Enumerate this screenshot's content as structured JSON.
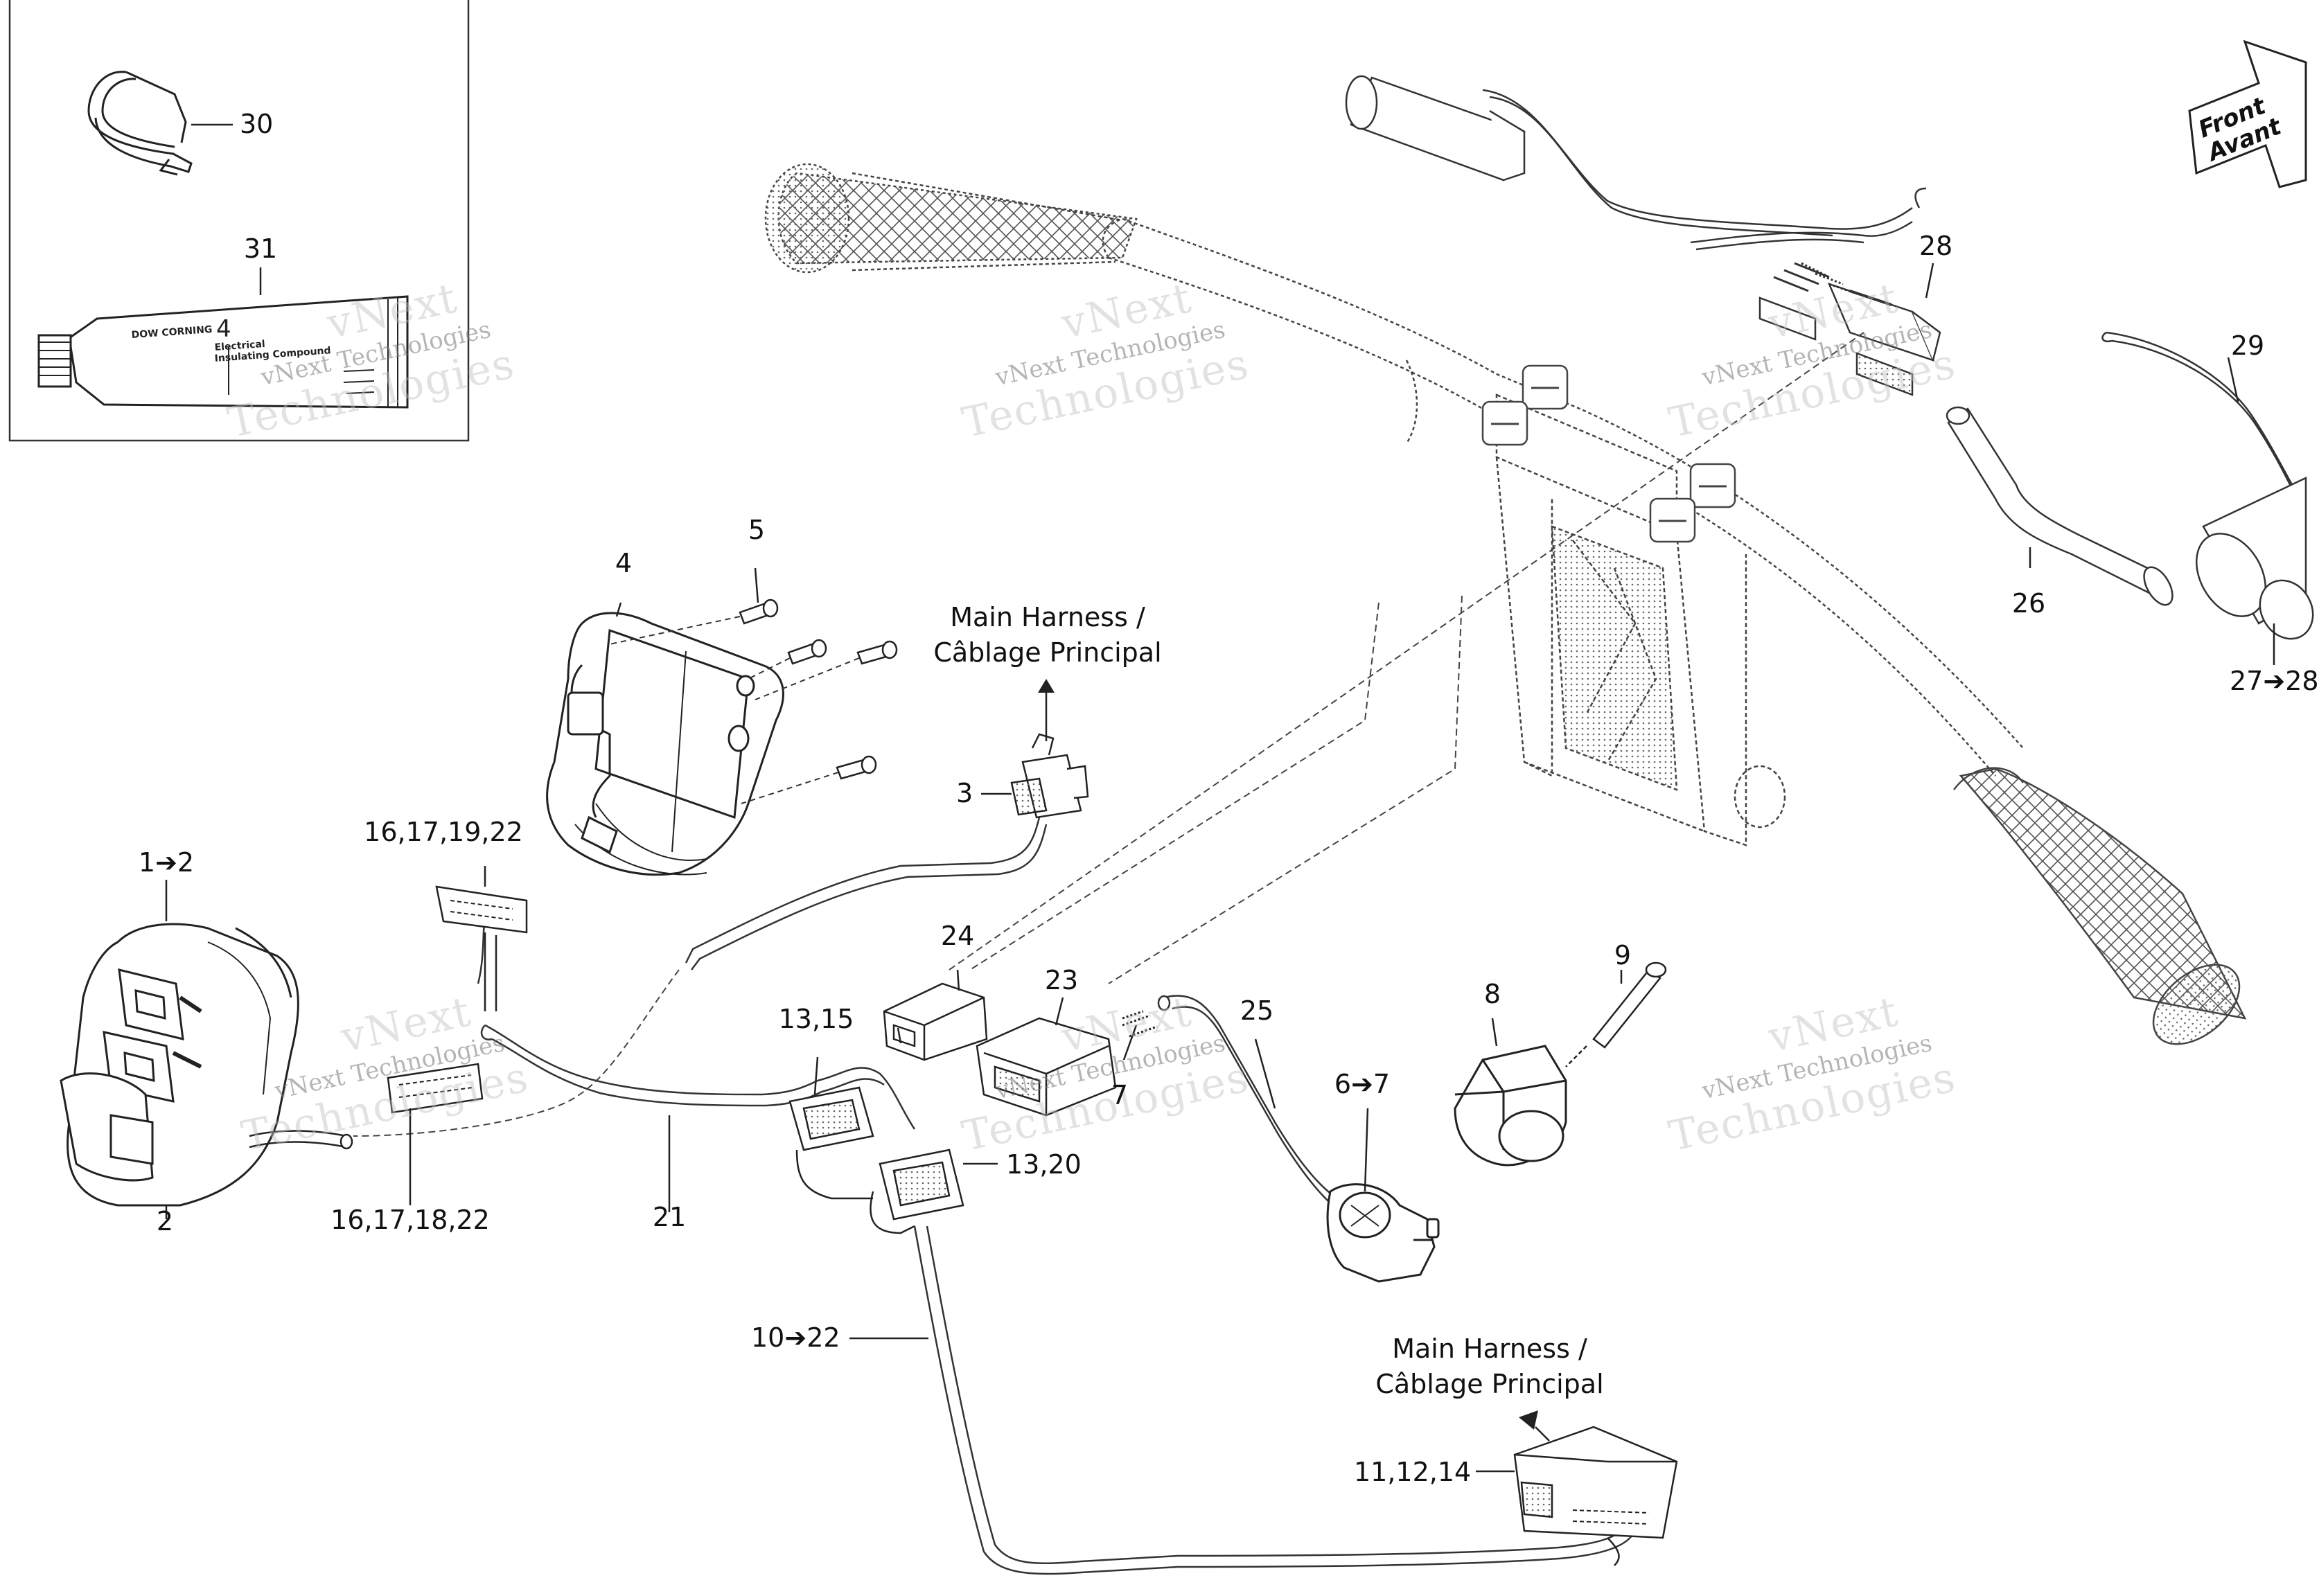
{
  "diagram": {
    "front_arrow": {
      "line1": "Front",
      "line2": "Avant"
    },
    "harness_labels": [
      {
        "line1": "Main Harness /",
        "line2": "Câblage Principal"
      },
      {
        "line1": "Main Harness /",
        "line2": "Câblage Principal"
      }
    ],
    "tube_print": {
      "brand": "DOW CORNING",
      "number": "4",
      "line1": "Electrical",
      "line2": "Insulating Compound"
    },
    "watermark": {
      "name": "vNext",
      "full": "vNext Technologies",
      "company": "Technologies"
    },
    "callouts": [
      {
        "text": "30"
      },
      {
        "text": "31"
      },
      {
        "text": "5"
      },
      {
        "text": "4"
      },
      {
        "text": "3"
      },
      {
        "text": "1➔2"
      },
      {
        "text": "16,17,19,22"
      },
      {
        "text": "2"
      },
      {
        "text": "16,17,18,22"
      },
      {
        "text": "21"
      },
      {
        "text": "13,15"
      },
      {
        "text": "13,20"
      },
      {
        "text": "24"
      },
      {
        "text": "23"
      },
      {
        "text": "7"
      },
      {
        "text": "25"
      },
      {
        "text": "6➔7"
      },
      {
        "text": "8"
      },
      {
        "text": "9"
      },
      {
        "text": "10➔22"
      },
      {
        "text": "11,12,14"
      },
      {
        "text": "28"
      },
      {
        "text": "29"
      },
      {
        "text": "26"
      },
      {
        "text": "27➔28"
      }
    ]
  }
}
